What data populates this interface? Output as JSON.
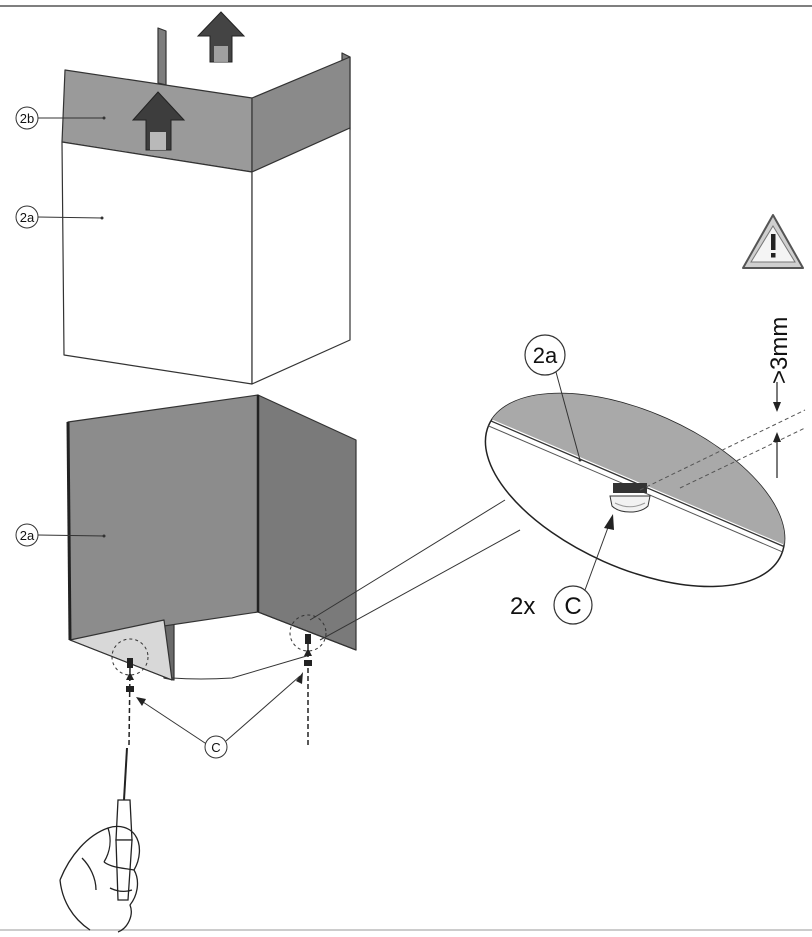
{
  "labels": {
    "part_2b": "2b",
    "part_2a_upper": "2a",
    "part_2a_lower": "2a",
    "part_2a_detail": "2a",
    "screw_c": "C",
    "detail_count": "2x",
    "detail_screw": "C",
    "clearance": ">3mm"
  },
  "icons": {
    "warning": "warning-triangle-icon",
    "arrow": "up-arrow-icon",
    "tool": "screwdriver-icon"
  },
  "colors": {
    "panel_dark": "#8c8c8c",
    "panel_light": "#ffffff",
    "panel_2b": "#9a9a9a",
    "detail_fill": "#a9a9a9",
    "line": "#333333"
  }
}
